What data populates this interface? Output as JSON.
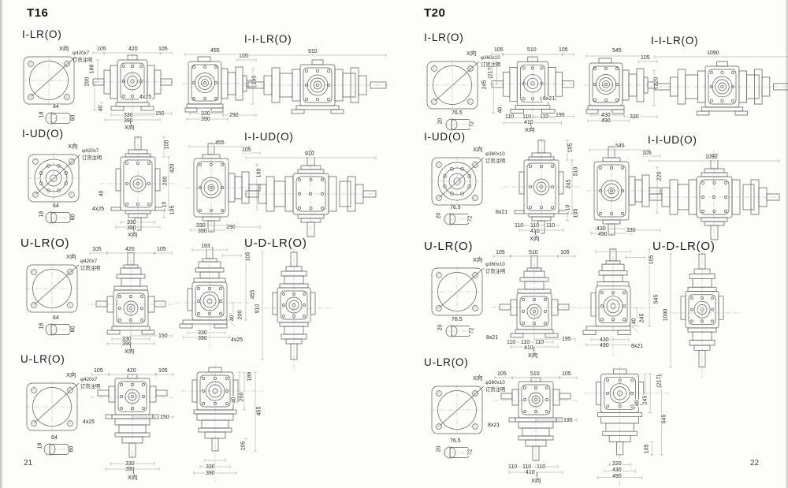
{
  "left_page": {
    "model": "T16",
    "page_number": "21",
    "x_dir": "X向",
    "flange_note": {
      "l1": "φ420x7",
      "l2": "订货注明"
    },
    "key": {
      "a": "64",
      "b": "18",
      "c": "60"
    },
    "r1": {
      "label": "I-LR(O)",
      "f": {
        "t1": "105",
        "t2": "420",
        "t3": "105",
        "l1": "186",
        "l2": "200",
        "l3": "40",
        "bolt": "4x25",
        "b1": "330",
        "b2": "390",
        "br": "150"
      },
      "s": {
        "t": "455",
        "tr": "105",
        "r": "190",
        "b1": "330",
        "b2": "390",
        "br": "290"
      },
      "big": {
        "label": "I-I-LR(O)",
        "dim": "910"
      }
    },
    "r2": {
      "label": "I-UD(O)",
      "f": {
        "tr": "105",
        "r1": "420",
        "r2": "200",
        "l3": "40",
        "bolt": "4x25",
        "rb1": "10",
        "rb2": "105",
        "b1": "330",
        "b2": "390"
      },
      "s": {
        "t": "455",
        "tr": "105",
        "r": "190",
        "b1": "330",
        "b2": "390",
        "br": "290"
      },
      "big": {
        "label": "I-I-UD(O)",
        "dim": "910"
      }
    },
    "r3": {
      "label": "U-LR(O)",
      "f": {
        "t1": "105",
        "t2": "420",
        "t3": "105",
        "b1": "330",
        "b2": "390",
        "br": "150"
      },
      "s": {
        "t": "193",
        "tr": "105",
        "r": "455",
        "s1": "40",
        "s2": "200",
        "bolt": "4x25",
        "b1": "330",
        "b2": "390"
      },
      "big": {
        "label": "U-D-LR(O)",
        "dim": "910"
      }
    },
    "r4": {
      "label": "U-LR(O)",
      "f": {
        "t1": "105",
        "t2": "420",
        "t3": "105",
        "bolt": "4x25",
        "br": "150",
        "b1": "330",
        "b2": "390"
      },
      "s": {
        "tr": "186",
        "s1": "40",
        "s2": "200",
        "r": "455",
        "r2": "105",
        "b1": "330",
        "b2": "390"
      }
    }
  },
  "right_page": {
    "model": "T20",
    "page_number": "22",
    "x_dir": "X向",
    "flange_note": {
      "l1": "φ360x10",
      "l2": "订货注明"
    },
    "key": {
      "a": "76.5",
      "b": "20",
      "c": "72"
    },
    "r1": {
      "label": "I-LR(O)",
      "f": {
        "t1": "105",
        "t2": "510",
        "t3": "105",
        "l1": "(217)",
        "l2": "245",
        "l3": "40",
        "bolt": "8x21",
        "b1": "110",
        "b2": "110",
        "b3": "110",
        "b4": "410",
        "br": "195"
      },
      "s": {
        "t": "545",
        "tr": "105",
        "r": "220",
        "b1": "430",
        "b2": "490",
        "br": "330"
      },
      "big": {
        "label": "I-I-LR(O)",
        "dim": "1090"
      }
    },
    "r2": {
      "label": "I-UD(O)",
      "f": {
        "tr": "105",
        "r1": "510",
        "r2": "245",
        "bolt": "8x21",
        "rb1": "10",
        "rb2": "105",
        "b1": "110",
        "b2": "110",
        "b3": "110",
        "b4": "410"
      },
      "s": {
        "t": "545",
        "tr": "105",
        "r": "220",
        "b1": "430",
        "b2": "490",
        "br": "330"
      },
      "big": {
        "label": "I-I-UD(O)",
        "dim": "1090"
      }
    },
    "r3": {
      "label": "U-LR(O)",
      "f": {
        "t1": "105",
        "t2": "510",
        "t3": "105",
        "bolt": "8x21",
        "b1": "110",
        "b2": "110",
        "b3": "110",
        "b4": "410",
        "br": "195"
      },
      "s": {
        "tr": "105",
        "r": "545",
        "s1": "40",
        "s2": "245",
        "bolt": "8x21",
        "b1": "430",
        "b2": "490"
      },
      "big": {
        "label": "U-D-LR(O)",
        "dim": "1090"
      }
    },
    "r4": {
      "label": "U-LR(O)",
      "f": {
        "t1": "105",
        "t2": "510",
        "t3": "105",
        "bolt": "8x21",
        "br": "195",
        "b1": "110",
        "b2": "110",
        "b3": "110",
        "b4": "410"
      },
      "s": {
        "tr": "(217)",
        "s1": "40",
        "s2": "245",
        "r": "545",
        "r2": "105",
        "b0": "220",
        "b1": "430",
        "b2": "490"
      }
    }
  }
}
